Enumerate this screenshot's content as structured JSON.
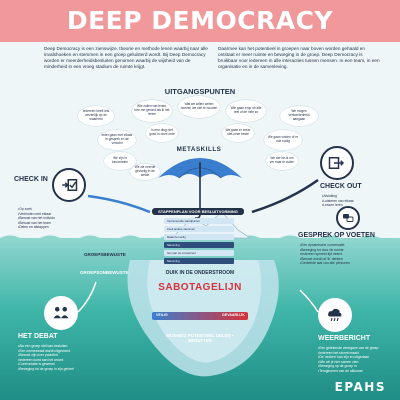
{
  "header": {
    "title": "DEEP DEMOCRACY"
  },
  "intro": {
    "left": "Deep Democracy is een zienswijze, theorie en methode lenen waarbij naar alle invalshoeken en stemmen in een groep geluisterd wordt. Bij Deep Democracy worden er meerderheidsbesluiten genomen waarbij de wijsheid van de minderheid in een vroeg stadium de ruimte krijgt.",
    "right": "Daarmee kan het potentieel in groepen naar boven worden gehaald en ontstaat er meer ruimte en beweging in de groep. Deep Democracy is bruikbaar voor iedereen in alle interacties tussen mensen. In een team, in een organisatie en in de samenleving."
  },
  "uitgangspunten": {
    "heading": "UITGANGSPUNTEN",
    "bubbles": [
      "Iedereen heeft iets wezenlijk op de waarheid",
      "Wie zullen wel lenen, ben me gerond als ik het lenen",
      "Wat we willen weten hoeven we niet te houden",
      "Wie gaan erop uit alle reel of de hele zo",
      "We mogen verbondenheid aangaan",
      "Ieder gaan met elkaar in gesprek en de verschil",
      "Is een ding niet goed in onze orde",
      "We gaan er zeker niet-onze beste",
      "We gaan vinden of er ook nodig",
      "We zijn in beoordelen",
      "We der be-ik om ver naar te zullen",
      "We zie neerde gevoelig in de welde"
    ]
  },
  "metaskills": {
    "label": "METASKILLS"
  },
  "check_in": {
    "title": "CHECK IN",
    "items": [
      "Op zoek",
      "Verbinden met elkaar",
      "Bewust van het individu",
      "Bewust van het team",
      "Delen en afstappen"
    ]
  },
  "check_out": {
    "title": "CHECK OUT",
    "items": [
      "Afsluiting",
      "Luisteren van elkaar",
      "Lessen leren"
    ]
  },
  "gesprek": {
    "title": "GESPREK OP VOETEN",
    "items": [
      "Een dynamische conversatie",
      "Beweging tot door de ruimte",
      "Iedereen spreekt tijd neemt",
      "Bewust wordt uit 'ik' denken",
      "Gedeelde taal van alle personen"
    ]
  },
  "steps": {
    "header": "STAPPENPLAN VOOR BESLUITVORMING",
    "rows": [
      "Verzamel alle standpunten",
      "Zoek andere stemmen",
      "Maak het veilig",
      "Stemming",
      "Ga naar de minderheid",
      "Stemming"
    ]
  },
  "groepsbewustzijn": {
    "label": "GROEPSBEWUSTE"
  },
  "groepsbewuste2": {
    "label": "GROEPSONBEWUSTE"
  },
  "ondertoon": {
    "label": "DUIK IN DE ONDERSTROOM"
  },
  "sabotage": {
    "label": "SABOTAGELIJN"
  },
  "gradient": {
    "left": "VEILIG",
    "right": "GEVAARLIJK"
  },
  "wijsheid": {
    "text": "WIJSHEID POTENTIEEL DELEN + BENUTTEN"
  },
  "debat": {
    "title": "HET DEBAT",
    "items": [
      "Als een groep niet kan besluiten",
      "Een ommezwaai wordt uitgevoerd",
      "Bewust zijn over polariteit",
      "Iedereen komt aan het woord",
      "Confrontatie is gewenst",
      "Beweging tot de groep in zijn geheel"
    ]
  },
  "weerbericht": {
    "title": "WEERBERICHT",
    "items": [
      "Een getekende weergave van de groep",
      "Iedereen het stormt maakt",
      "De 'wolken' kan zijn en uitgedaan",
      "Wie wil je hier samen zien",
      "Beweging op de groep in",
      "Terugkomen van de uitkomst"
    ]
  },
  "footer": {
    "logo": "EPAHS"
  },
  "colors": {
    "header": "#f0989a",
    "navy": "#24324a",
    "water": "#3fb5a8",
    "red": "#d8313a",
    "umbrella": "#3a7fcf"
  },
  "icons": {
    "check_in": "checkbox-arrow-icon",
    "check_out": "arrow-box-icon",
    "gesprek": "chat-bubbles-icon",
    "debat": "two-people-icon",
    "weerbericht": "cloud-rain-icon",
    "umbrella": "umbrella-icon",
    "iceberg": "iceberg-icon"
  }
}
